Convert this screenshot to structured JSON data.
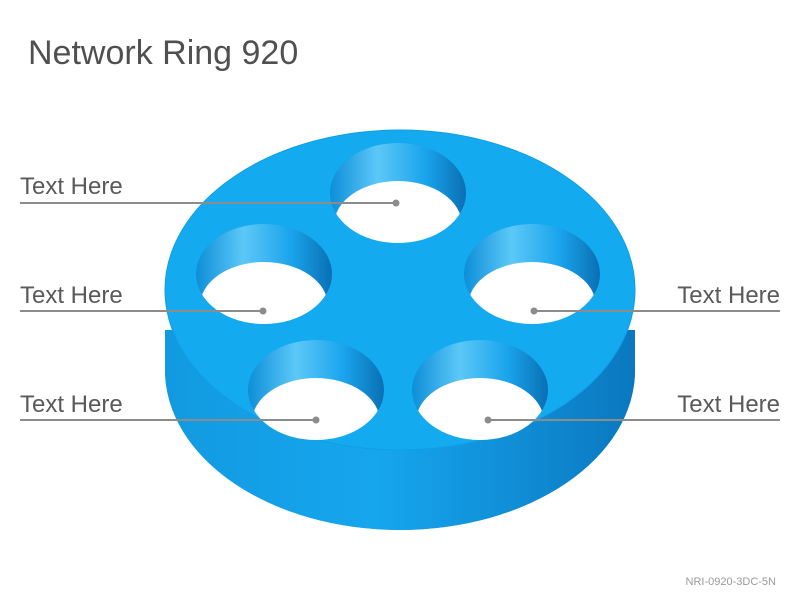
{
  "title": "Network Ring 920",
  "labels": {
    "left_1": "Text Here",
    "left_2": "Text Here",
    "left_3": "Text Here",
    "right_1": "Text Here",
    "right_2": "Text Here"
  },
  "code": "NRI-0920-3DC-5N",
  "colors": {
    "ring_top": "#14aaf0",
    "ring_side_light": "#14a2ec",
    "ring_side_dark": "#0a7cc4",
    "leader_line": "#8c8c8c",
    "title_text": "#505050"
  }
}
